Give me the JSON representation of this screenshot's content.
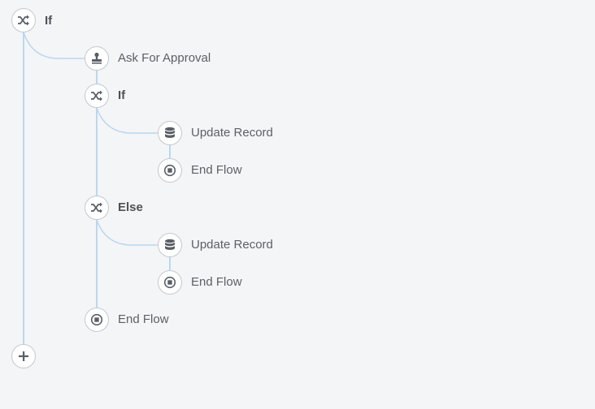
{
  "nodes": [
    {
      "id": "if-root",
      "label": "If",
      "icon": "shuffle-icon",
      "bold": true
    },
    {
      "id": "ask-approval",
      "label": "Ask For Approval",
      "icon": "stamp-icon",
      "bold": false
    },
    {
      "id": "if-nested",
      "label": "If",
      "icon": "shuffle-icon",
      "bold": true
    },
    {
      "id": "update-record-1",
      "label": "Update Record",
      "icon": "database-icon",
      "bold": false
    },
    {
      "id": "end-flow-1",
      "label": "End Flow",
      "icon": "stop-icon",
      "bold": false
    },
    {
      "id": "else-branch",
      "label": "Else",
      "icon": "shuffle-icon",
      "bold": true
    },
    {
      "id": "update-record-2",
      "label": "Update Record",
      "icon": "database-icon",
      "bold": false
    },
    {
      "id": "end-flow-2",
      "label": "End Flow",
      "icon": "stop-icon",
      "bold": false
    },
    {
      "id": "end-flow-3",
      "label": "End Flow",
      "icon": "stop-icon",
      "bold": false
    },
    {
      "id": "add-step",
      "label": "",
      "icon": "plus-icon",
      "bold": false
    }
  ],
  "colors": {
    "connector": "#b9d7f0",
    "icon": "#5a5f66"
  }
}
